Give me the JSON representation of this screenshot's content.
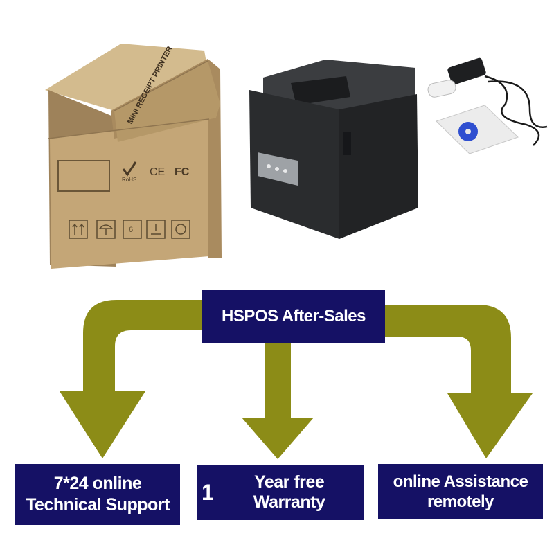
{
  "box": {
    "side_text": "MINI RECEIPT PRINTER",
    "marks": [
      "RoHS",
      "CE",
      "FC"
    ]
  },
  "top_label": "HSPOS After-Sales",
  "bottom_labels": {
    "left": "7*24 online Technical Support",
    "middle_prefix": "1",
    "middle_text": "Year  free Warranty",
    "right": "online Assistance remotely"
  },
  "colors": {
    "label_bg": "#151165",
    "label_text": "#ffffff",
    "arrow": "#8c8c17",
    "cardboard": "#c0a272",
    "printer": "#2a2c2e"
  }
}
